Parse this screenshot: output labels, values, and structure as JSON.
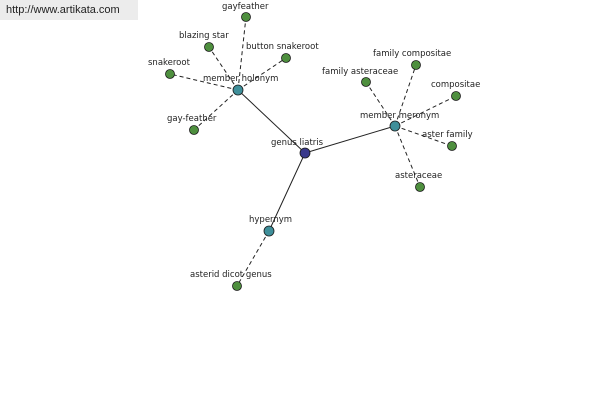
{
  "watermark": {
    "url": "http://www.artikata.com"
  },
  "colors": {
    "root": "#3a3a8c",
    "relation": "#3f8f9a",
    "leaf": "#4e8f3e",
    "edge": "#222222"
  },
  "nodes": [
    {
      "id": "genus",
      "label": "genus liatris",
      "kind": "root"
    },
    {
      "id": "holonym",
      "label": "member holonym",
      "kind": "relation"
    },
    {
      "id": "meronym",
      "label": "member meronym",
      "kind": "relation"
    },
    {
      "id": "hypernym",
      "label": "hypernym",
      "kind": "relation"
    },
    {
      "id": "gayfeather",
      "label": "gayfeather",
      "kind": "leaf"
    },
    {
      "id": "blazing",
      "label": "blazing star",
      "kind": "leaf"
    },
    {
      "id": "button",
      "label": "button snakeroot",
      "kind": "leaf"
    },
    {
      "id": "snakeroot",
      "label": "snakeroot",
      "kind": "leaf"
    },
    {
      "id": "gayfeather2",
      "label": "gay-feather",
      "kind": "leaf"
    },
    {
      "id": "famcomp",
      "label": "family compositae",
      "kind": "leaf"
    },
    {
      "id": "famast",
      "label": "family asteraceae",
      "kind": "leaf"
    },
    {
      "id": "compositae",
      "label": "compositae",
      "kind": "leaf"
    },
    {
      "id": "asterfam",
      "label": "aster family",
      "kind": "leaf"
    },
    {
      "id": "asteraceae",
      "label": "asteraceae",
      "kind": "leaf"
    },
    {
      "id": "asterid",
      "label": "asterid dicot genus",
      "kind": "leaf"
    }
  ],
  "edges": [
    {
      "from": "genus",
      "to": "holonym",
      "style": "solid"
    },
    {
      "from": "genus",
      "to": "meronym",
      "style": "solid"
    },
    {
      "from": "genus",
      "to": "hypernym",
      "style": "solid"
    },
    {
      "from": "holonym",
      "to": "gayfeather",
      "style": "dashed"
    },
    {
      "from": "holonym",
      "to": "blazing",
      "style": "dashed"
    },
    {
      "from": "holonym",
      "to": "button",
      "style": "dashed"
    },
    {
      "from": "holonym",
      "to": "snakeroot",
      "style": "dashed"
    },
    {
      "from": "holonym",
      "to": "gayfeather2",
      "style": "dashed"
    },
    {
      "from": "meronym",
      "to": "famcomp",
      "style": "dashed"
    },
    {
      "from": "meronym",
      "to": "famast",
      "style": "dashed"
    },
    {
      "from": "meronym",
      "to": "compositae",
      "style": "dashed"
    },
    {
      "from": "meronym",
      "to": "asterfam",
      "style": "dashed"
    },
    {
      "from": "meronym",
      "to": "asteraceae",
      "style": "dashed"
    },
    {
      "from": "hypernym",
      "to": "asterid",
      "style": "dashed"
    }
  ]
}
